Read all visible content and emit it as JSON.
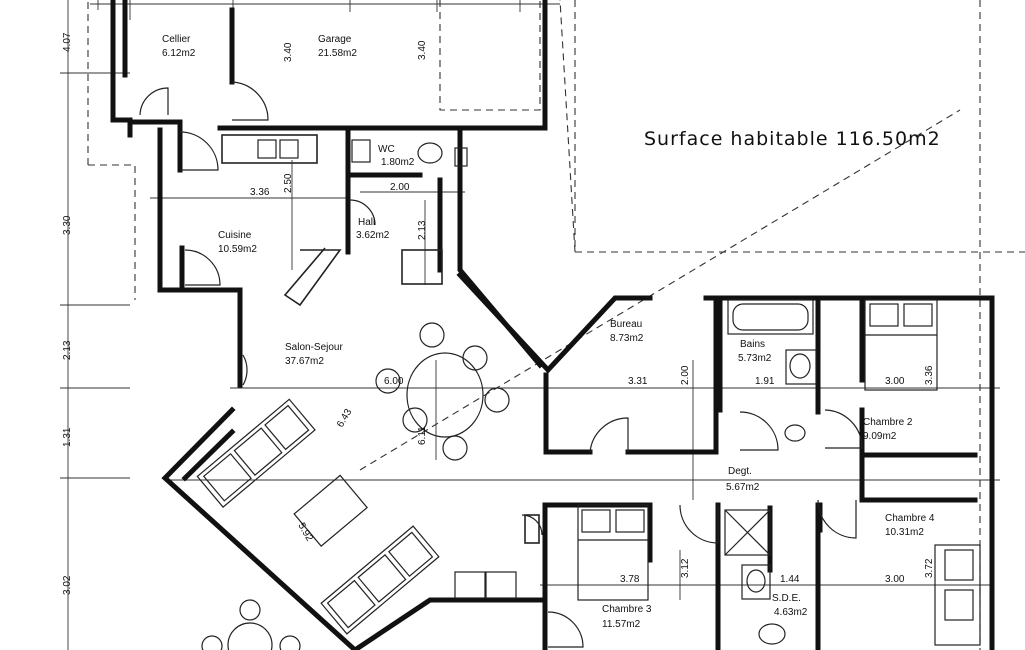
{
  "title": "Surface habitable 116.50m2",
  "rooms": [
    {
      "id": "cellier",
      "name": "Cellier",
      "area": "6.12m2"
    },
    {
      "id": "garage",
      "name": "Garage",
      "area": "21.58m2"
    },
    {
      "id": "wc",
      "name": "WC",
      "area": "1.80m2"
    },
    {
      "id": "cuisine",
      "name": "Cuisine",
      "area": "10.59m2"
    },
    {
      "id": "hall",
      "name": "Hall",
      "area": "3.62m2"
    },
    {
      "id": "salon",
      "name": "Salon-Sejour",
      "area": "37.67m2"
    },
    {
      "id": "bureau",
      "name": "Bureau",
      "area": "8.73m2"
    },
    {
      "id": "bains",
      "name": "Bains",
      "area": "5.73m2"
    },
    {
      "id": "chambre2",
      "name": "Chambre 2",
      "area": "9.09m2"
    },
    {
      "id": "degt",
      "name": "Degt.",
      "area": "5.67m2"
    },
    {
      "id": "chambre3",
      "name": "Chambre 3",
      "area": "11.57m2"
    },
    {
      "id": "sde",
      "name": "S.D.E.",
      "area": "4.63m2"
    },
    {
      "id": "chambre4",
      "name": "Chambre 4",
      "area": "10.31m2"
    }
  ],
  "dimensions": [
    "4.07",
    "3.40",
    "3.40",
    "3.36",
    "2.50",
    "2.00",
    "3.30",
    "2.13",
    "2.13",
    "1.31",
    "3.02",
    "6.00",
    "6.43",
    "6.11",
    "3.31",
    "2.00",
    "1.91",
    "3.00",
    "3.36",
    "5.92",
    "3.78",
    "3.12",
    "1.44",
    "3.00",
    "3.72"
  ]
}
